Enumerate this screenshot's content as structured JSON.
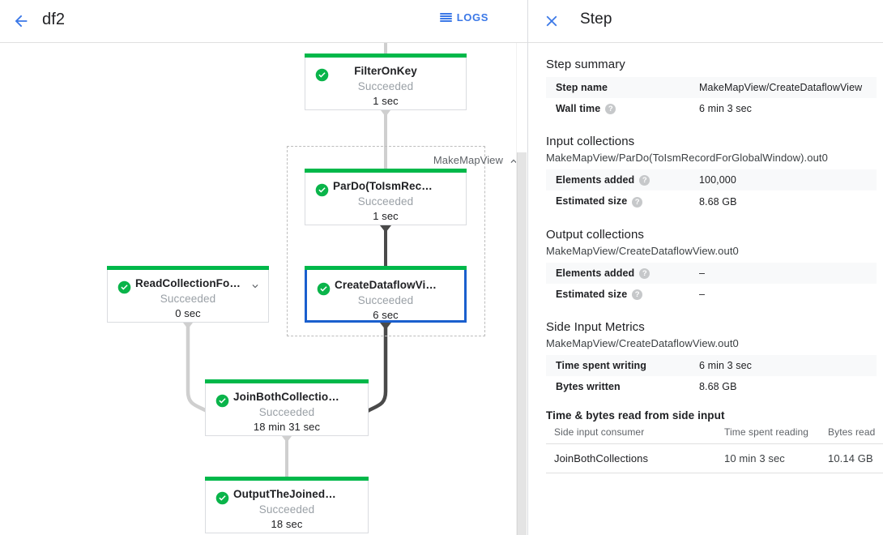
{
  "header": {
    "back_icon": "back-arrow-icon",
    "job_title": "df2",
    "logs_label": "LOGS",
    "logs_icon": "logs-hamburger-icon"
  },
  "graph": {
    "composite": {
      "label": "MakeMapView",
      "chevron": "chevron-up-icon"
    },
    "nodes": [
      {
        "id": "filteronkey",
        "name": "FilterOnKey",
        "status": "Succeeded",
        "duration": "1 sec",
        "selected": false,
        "has_chevron": false
      },
      {
        "id": "pardo",
        "name": "ParDo(ToIsmRecordFor…",
        "status": "Succeeded",
        "duration": "1 sec",
        "selected": false,
        "has_chevron": false
      },
      {
        "id": "createview",
        "name": "CreateDataflowView",
        "status": "Succeeded",
        "duration": "6 sec",
        "selected": true,
        "has_chevron": false
      },
      {
        "id": "readcollection",
        "name": "ReadCollectionForJoin",
        "status": "Succeeded",
        "duration": "0 sec",
        "selected": false,
        "has_chevron": true
      },
      {
        "id": "joinboth",
        "name": "JoinBothCollections",
        "status": "Succeeded",
        "duration": "18 min 31 sec",
        "selected": false,
        "has_chevron": false
      },
      {
        "id": "output",
        "name": "OutputTheJoinedCollec…",
        "status": "Succeeded",
        "duration": "18 sec",
        "selected": false,
        "has_chevron": false
      }
    ],
    "status_color": "#00b84a",
    "selected_color": "#1a5fce"
  },
  "panel": {
    "title": "Step",
    "close_icon": "close-x-icon",
    "step_summary": {
      "heading": "Step summary",
      "rows": [
        {
          "key": "Step name",
          "help": false,
          "value": "MakeMapView/CreateDataflowView"
        },
        {
          "key": "Wall time",
          "help": true,
          "value": "6 min 3 sec"
        }
      ]
    },
    "input_collections": {
      "heading": "Input collections",
      "collection": "MakeMapView/ParDo(ToIsmRecordForGlobalWindow).out0",
      "rows": [
        {
          "key": "Elements added",
          "help": true,
          "value": "100,000"
        },
        {
          "key": "Estimated size",
          "help": true,
          "value": "8.68 GB"
        }
      ]
    },
    "output_collections": {
      "heading": "Output collections",
      "collection": "MakeMapView/CreateDataflowView.out0",
      "rows": [
        {
          "key": "Elements added",
          "help": true,
          "value": "–"
        },
        {
          "key": "Estimated size",
          "help": true,
          "value": "–"
        }
      ]
    },
    "side_input_metrics": {
      "heading": "Side Input Metrics",
      "collection": "MakeMapView/CreateDataflowView.out0",
      "rows": [
        {
          "key": "Time spent writing",
          "help": false,
          "value": "6 min 3 sec"
        },
        {
          "key": "Bytes written",
          "help": false,
          "value": "8.68 GB"
        }
      ]
    },
    "side_input_reads": {
      "heading": "Time & bytes read from side input",
      "columns": [
        "Side input consumer",
        "Time spent reading",
        "Bytes read"
      ],
      "rows": [
        [
          "JoinBothCollections",
          "10 min 3 sec",
          "10.14 GB"
        ]
      ]
    }
  }
}
